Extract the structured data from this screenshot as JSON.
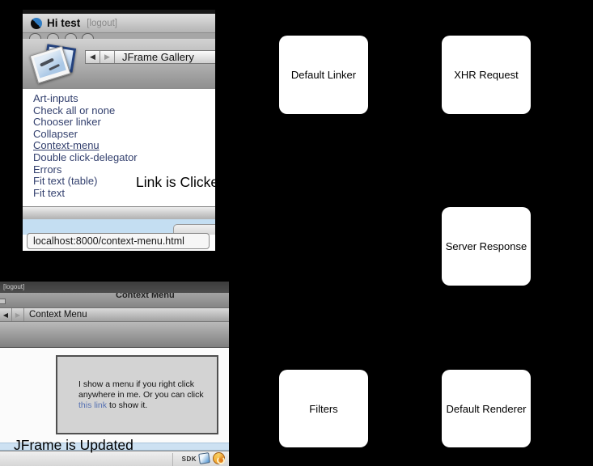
{
  "diagram": {
    "boxes": [
      "Default Linker",
      "XHR Request",
      "Server Response",
      "Default Renderer",
      "Filters"
    ],
    "captions": {
      "link_clicked": "Link is Clicked",
      "jframe_updated": "JFrame is Updated"
    },
    "colors": {
      "background": "#000000",
      "arrow_fill": "#58a2de",
      "arrow_stroke": "#3a7ec0",
      "box_fill": "#ffffff",
      "link_blue": "#33406e",
      "bluebar": "#c4def2"
    }
  },
  "gallery_window": {
    "header": {
      "title": "Hi test",
      "logout": "[logout]"
    },
    "toolbar": {
      "back": "◀",
      "forward": "▶",
      "title": "JFrame Gallery"
    },
    "links": [
      "Art-inputs",
      "Check all or none",
      "Chooser linker",
      "Collapser",
      "Context-menu",
      "Double click-delegator",
      "Errors",
      "Fit text (table)",
      "Fit text"
    ],
    "underlined_link": "Context-menu",
    "status_url": "localhost:8000/context-menu.html"
  },
  "context_window": {
    "header": {
      "logout": "[logout]",
      "title": "Context Menu"
    },
    "toolbar": {
      "back": "◀",
      "forward": "▶",
      "title": "Context Menu"
    },
    "panel": {
      "text_before": "I show a menu if you right click anywhere in me. Or you can click",
      "link_text": "this link",
      "text_after": "to show it."
    },
    "statusbar": {
      "sdk": "SDK"
    }
  }
}
